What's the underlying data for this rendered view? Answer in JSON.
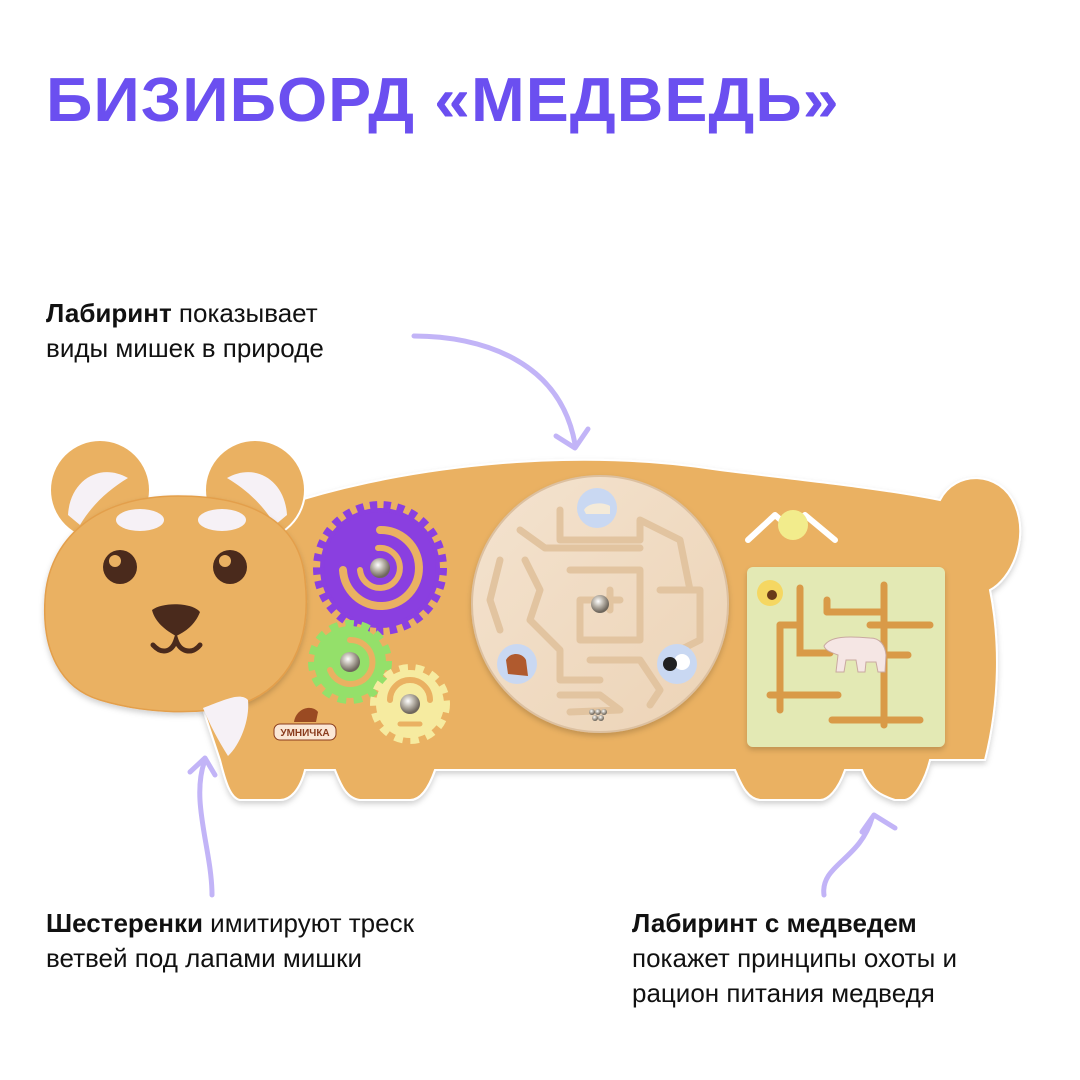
{
  "title": "БИЗИБОРД «МЕДВЕДЬ»",
  "colors": {
    "title": "#6b4ff0",
    "arrow": "#c2b4f7",
    "board": "#eab162",
    "board_shadow": "#d99a48",
    "ear_inner": "#f6f1f6",
    "face_features": "#4a2a1c",
    "gear_purple": "#8a3fe0",
    "gear_green": "#94e06a",
    "gear_yellow": "#f6eba0",
    "maze_wood": "#f1dcc4",
    "maze_icon_bg": "#c9d8f2",
    "maze_panel": "#e3e9b4",
    "bear_figure": "#f5e6e4"
  },
  "captions": {
    "top": {
      "bold": "Лабиринт",
      "rest_line1": " показывает",
      "line2": "виды мишек в природе"
    },
    "left": {
      "bold": "Шестеренки",
      "rest_line1": " имитируют треск",
      "line2": "ветвей под лапами мишки"
    },
    "right": {
      "bold": "Лабиринт с медведем",
      "line2": "покажет принципы охоты и",
      "line3": "рацион питания медведя"
    }
  },
  "board": {
    "brand_logo": "УМНИЧКА",
    "round_maze_animals": [
      "polar-bear",
      "brown-bear",
      "panda",
      "honeycomb-balls"
    ],
    "square_maze_items": [
      "bee-honey",
      "polar-bear-figure",
      "mountain-slider-ball"
    ]
  }
}
